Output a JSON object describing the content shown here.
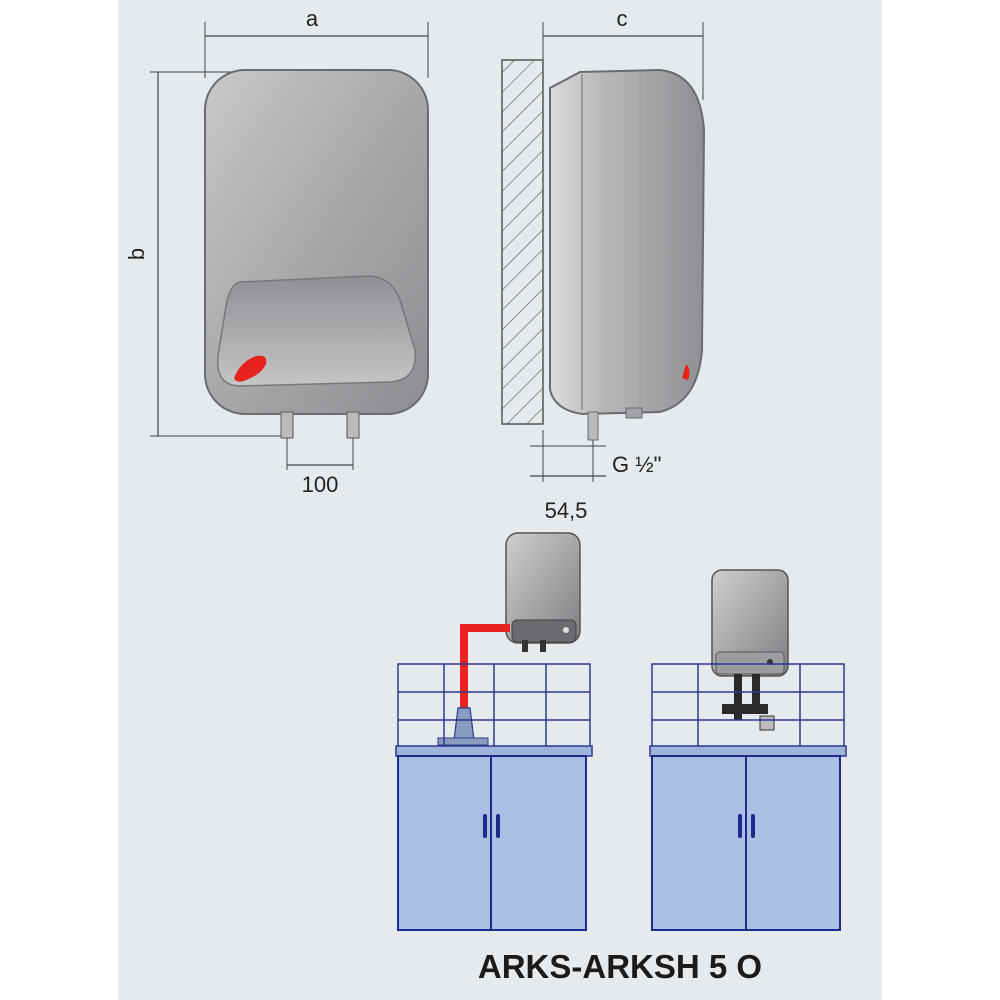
{
  "dimensions": {
    "width_label": "a",
    "height_label": "b",
    "depth_label": "c",
    "pipe_spacing": "100",
    "wall_clearance": "54,5",
    "thread": "G ½\""
  },
  "model": "ARKS-ARKSH 5 O",
  "colors": {
    "panel_bg": "#e6eaec",
    "heater_body": "#a9aaac",
    "accent_red": "#e8231f",
    "cabinet_blue": "#a9bfe3",
    "cabinet_outline": "#1e2a8a"
  }
}
